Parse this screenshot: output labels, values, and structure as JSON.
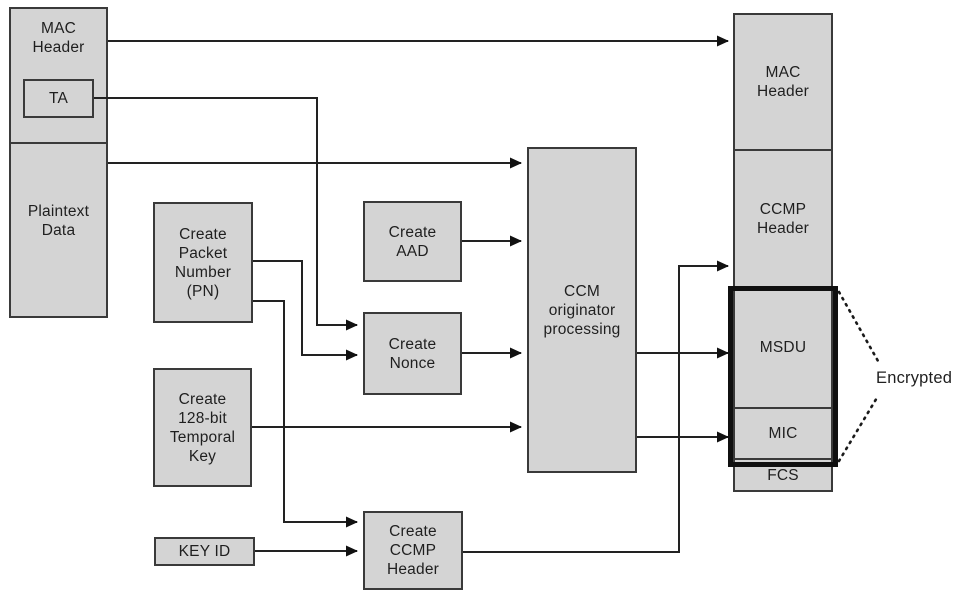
{
  "diagram": {
    "left_stack": {
      "mac_header": "MAC\nHeader",
      "ta": "TA",
      "plaintext_data": "Plaintext\nData"
    },
    "inputs": {
      "create_pn": "Create\nPacket\nNumber\n(PN)",
      "create_temporal_key": "Create\n128-bit\nTemporal\nKey",
      "key_id": "KEY ID"
    },
    "process": {
      "create_aad": "Create\nAAD",
      "create_nonce": "Create\nNonce",
      "create_ccmp_header": "Create\nCCMP\nHeader",
      "ccm": "CCM\noriginator\nprocessing"
    },
    "output_stack": {
      "mac_header": "MAC\nHeader",
      "ccmp_header": "CCMP\nHeader",
      "msdu": "MSDU",
      "mic": "MIC",
      "fcs": "FCS"
    },
    "annotations": {
      "encrypted": "Encrypted"
    },
    "colors": {
      "box_fill": "#d4d4d4",
      "box_border": "#3a3a3a",
      "line": "#222222",
      "thick_border": "#101010",
      "background": "#ffffff"
    }
  }
}
